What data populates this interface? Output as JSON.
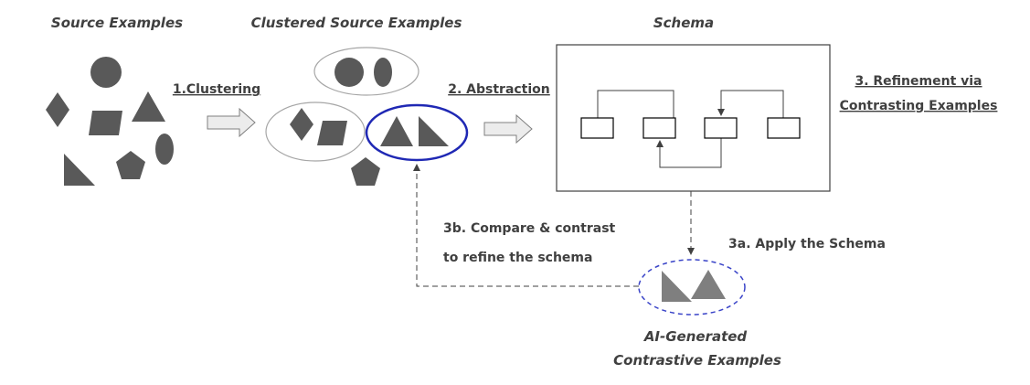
{
  "titles": {
    "source": "Source Examples",
    "clustered": "Clustered Source Examples",
    "schema": "Schema",
    "ai_line1": "AI-Generated",
    "ai_line2": "Contrastive Examples"
  },
  "steps": {
    "clustering": "1.Clustering",
    "abstraction": "2. Abstraction",
    "refinement_line1": "3. Refinement via",
    "refinement_line2": "Contrasting Examples",
    "apply": "3a. Apply the Schema",
    "compare_line1": "3b. Compare & contrast",
    "compare_line2": "to refine the schema"
  },
  "colors": {
    "shape": "#595959",
    "shape_light": "#7f7f7f",
    "highlight_blue": "#1f28b4",
    "dashed_blue": "#3a44c8",
    "text": "#404040"
  }
}
